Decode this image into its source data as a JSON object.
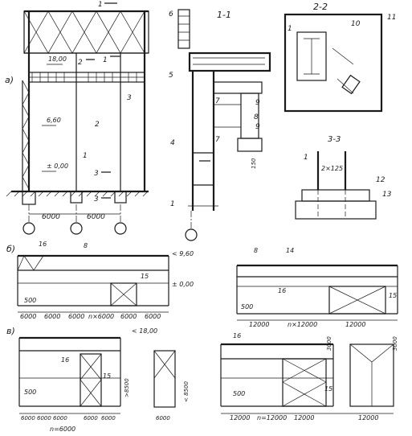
{
  "view_labels": {
    "a": "а)",
    "b": "б)",
    "v": "в)",
    "section_1_1": "1-1",
    "section_2_2": "2-2",
    "section_3_3": "3-3"
  },
  "elevations": {
    "e18_a": "18,00",
    "e660": "6,60",
    "e000_a": "± 0,00",
    "e960": "< 9,60",
    "e000_b": "± 0,00",
    "e1800_v": "< 18,00",
    "e8500": "< 8500",
    "v8500": ">8500"
  },
  "dims": {
    "a_6000_1": "6000",
    "a_6000_2": "6000",
    "b_500": "500",
    "b_6000_1": "6000",
    "b_6000_2": "6000",
    "b_6000_3": "6000",
    "b_n6000": "n×6000",
    "b_6000_4": "6000",
    "b_6000_5": "6000",
    "b2_500": "500",
    "b2_12000_1": "12000",
    "b2_n12000": "n×12000",
    "b2_12000_2": "12000",
    "v_500": "500",
    "v_6000_1": "6000",
    "v_6000_2": "6000",
    "v_6000_3": "6000",
    "v_6000_4": "6000",
    "v_6000_5": "6000",
    "v_n6000": "n=6000",
    "v_6000_6": "6000",
    "v2_500": "500",
    "v2_12000_1": "12000",
    "v2_n12000": "n=12000",
    "v2_12000_2": "12000",
    "v2_12000_3": "12000",
    "v2_3000_1": "3000",
    "v2_3000_2": "3000",
    "s33_spacing": "2×125",
    "s11_150": "150"
  },
  "callouts": {
    "a1": "1",
    "a2": "2",
    "a3": "3",
    "a1top": "1",
    "a2cut": "2",
    "a1cut": "1",
    "a3cut": "3",
    "a3cut2": "3",
    "s11_6": "6",
    "s11_5": "5",
    "s11_7a": "7",
    "s11_8": "8",
    "s11_9": "9",
    "s11_7b": "7",
    "s11_4": "4",
    "s11_1": "1",
    "s11_9b": "9",
    "s22_1": "1",
    "s22_10": "10",
    "s22_11": "11",
    "s33_1": "1",
    "s33_12": "12",
    "s33_13": "13",
    "b16": "16",
    "b8": "8",
    "b15": "15",
    "b2_8": "8",
    "b2_14": "14",
    "b2_16": "16",
    "b2_15": "15",
    "v16": "16",
    "v15": "15",
    "v2_16": "16",
    "v2_15": "15"
  }
}
